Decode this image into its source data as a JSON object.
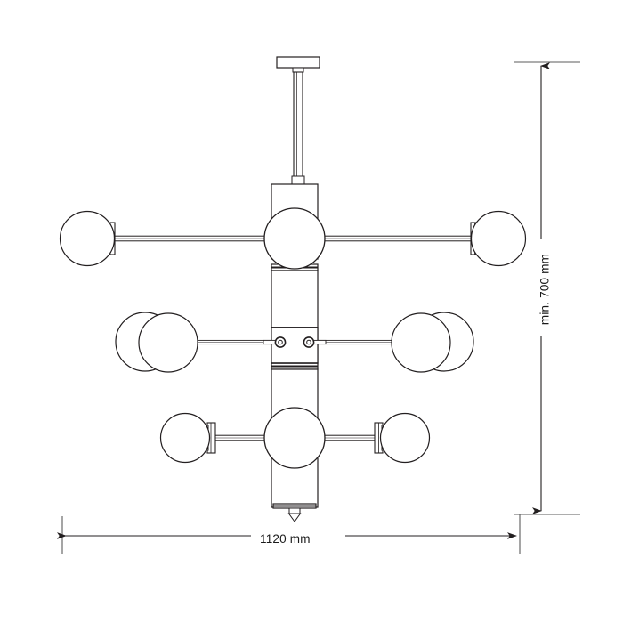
{
  "drawing": {
    "title": "Chandelier technical dimension drawing",
    "view": "front elevation",
    "line_color": "#231f20",
    "fill_color": "#ffffff",
    "background": "#ffffff"
  },
  "dimensions": {
    "width": {
      "label": "1120 mm",
      "value": 1120,
      "unit": "mm",
      "orientation": "horizontal",
      "arrow_style": "double"
    },
    "height": {
      "label": "min. 700 mm",
      "value": 700,
      "unit": "mm",
      "prefix": "min.",
      "orientation": "vertical",
      "arrow_style": "double"
    }
  },
  "fixture": {
    "type": "multi-arm globe chandelier",
    "canopy": {
      "name": "ceiling-canopy"
    },
    "rod": {
      "name": "suspension-rod"
    },
    "body": {
      "name": "central-column"
    },
    "finial": {
      "name": "bottom-finial"
    },
    "globe_count": 8,
    "tiers": [
      {
        "name": "upper-tier",
        "arms": 2,
        "globes": 2,
        "hub": "large-sphere"
      },
      {
        "name": "middle-tier",
        "arms": 2,
        "globes": 4,
        "hub": "ring-sockets"
      },
      {
        "name": "lower-tier",
        "arms": 2,
        "globes": 2,
        "hub": "large-sphere"
      }
    ]
  }
}
